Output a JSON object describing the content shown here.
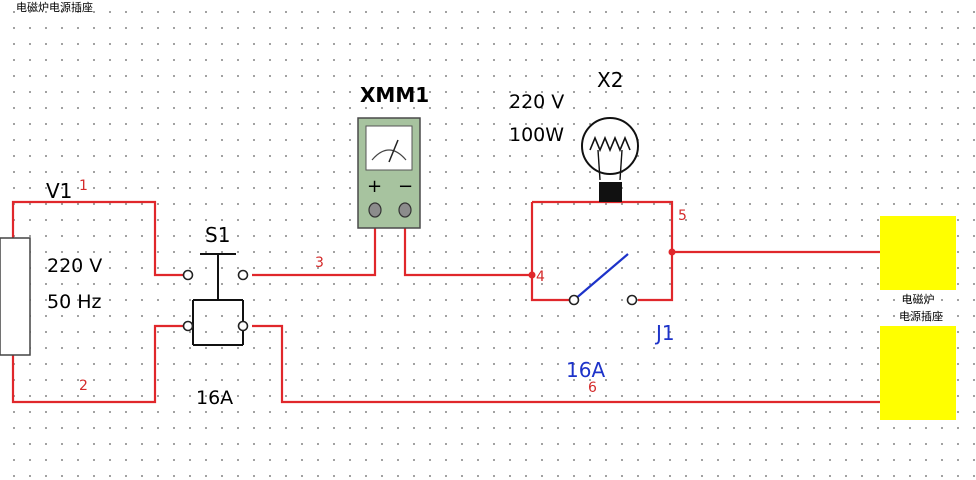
{
  "title": "电磁炉电源插座",
  "source": {
    "ref": "V1",
    "voltage": "220 V",
    "frequency": "50 Hz"
  },
  "switch": {
    "ref": "S1",
    "rating": "16A"
  },
  "meter": {
    "ref": "XMM1",
    "plus": "+",
    "minus": "−"
  },
  "lamp": {
    "ref": "X2",
    "voltage": "220 V",
    "power": "100W"
  },
  "relay": {
    "ref": "J1",
    "rating": "16A"
  },
  "socket": {
    "label_line1": "电磁炉",
    "label_line2": "电源插座"
  },
  "nets": [
    "1",
    "2",
    "3",
    "4",
    "5",
    "6"
  ]
}
